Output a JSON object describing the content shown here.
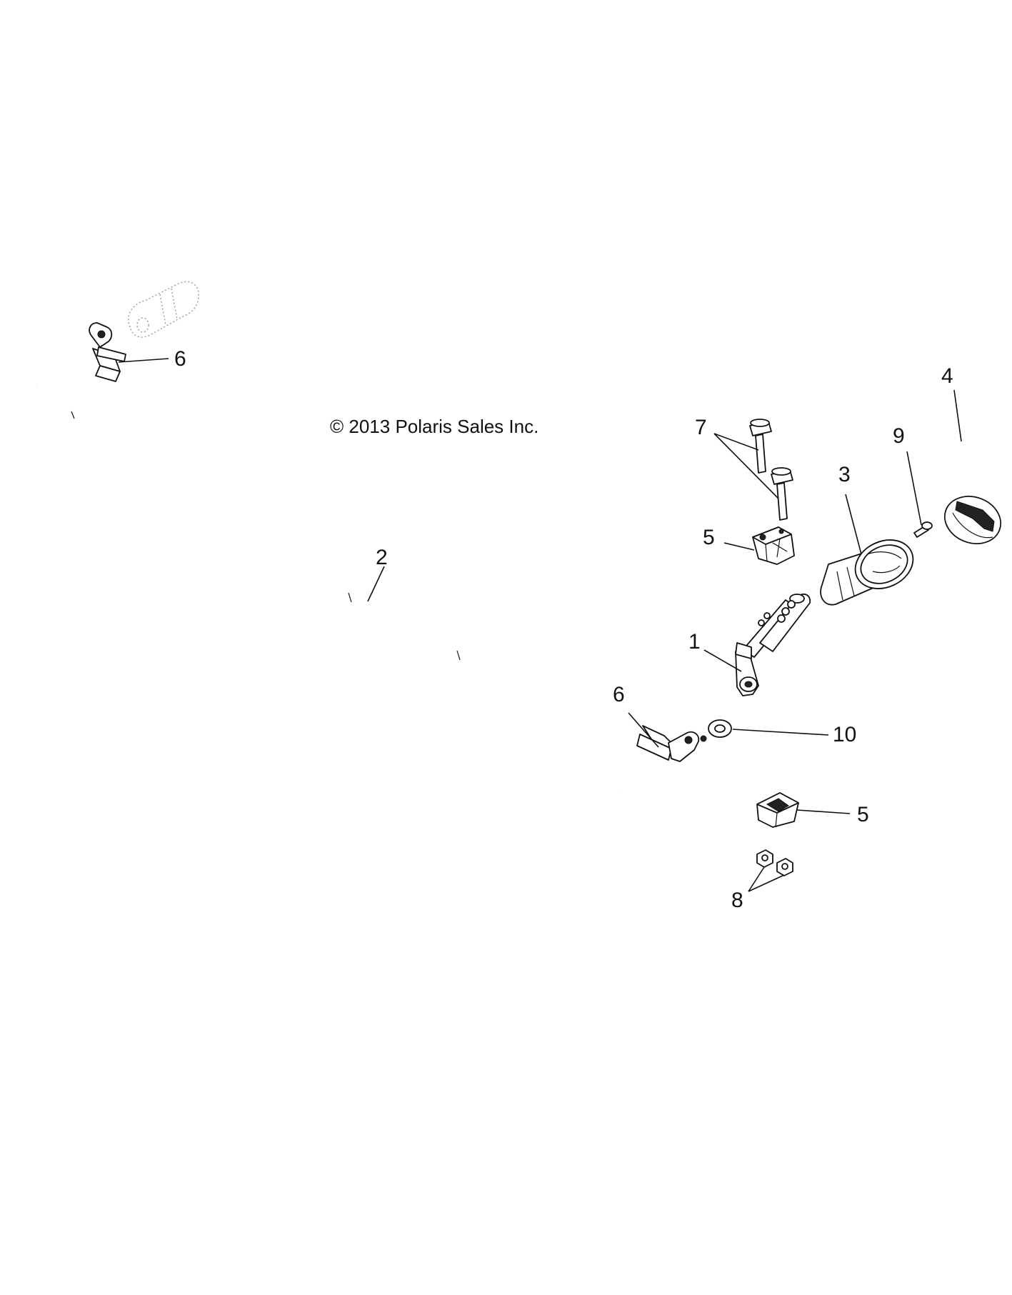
{
  "copyright": "© 2013 Polaris Sales Inc.",
  "callouts": {
    "c1": "1",
    "c2": "2",
    "c3": "3",
    "c4": "4",
    "c5a": "5",
    "c5b": "5",
    "c6a": "6",
    "c6b": "6",
    "c7": "7",
    "c8": "8",
    "c9": "9",
    "c10": "10"
  }
}
